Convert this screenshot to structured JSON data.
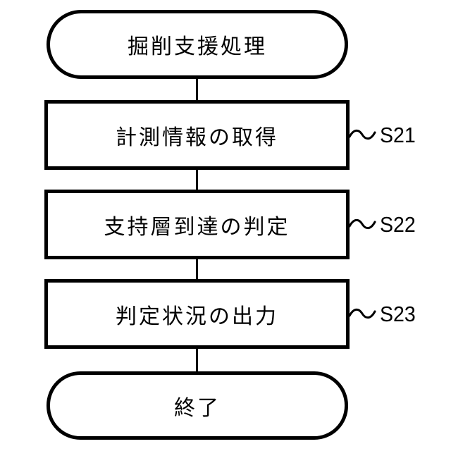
{
  "diagram": {
    "type": "flowchart",
    "direction": "top-down",
    "nodes": [
      {
        "id": "start",
        "shape": "terminal",
        "label": "掘削支援処理",
        "step": ""
      },
      {
        "id": "step1",
        "shape": "process",
        "label": "計測情報の取得",
        "step": "S21"
      },
      {
        "id": "step2",
        "shape": "process",
        "label": "支持層到達の判定",
        "step": "S22"
      },
      {
        "id": "step3",
        "shape": "process",
        "label": "判定状況の出力",
        "step": "S23"
      },
      {
        "id": "end",
        "shape": "terminal",
        "label": "終了",
        "step": ""
      }
    ],
    "edges": [
      {
        "from": "start",
        "to": "step1"
      },
      {
        "from": "step1",
        "to": "step2"
      },
      {
        "from": "step2",
        "to": "step3"
      },
      {
        "from": "step3",
        "to": "end"
      }
    ]
  },
  "colors": {
    "stroke": "#000000",
    "fill": "#ffffff",
    "background": "#ffffff",
    "text": "#000000"
  }
}
